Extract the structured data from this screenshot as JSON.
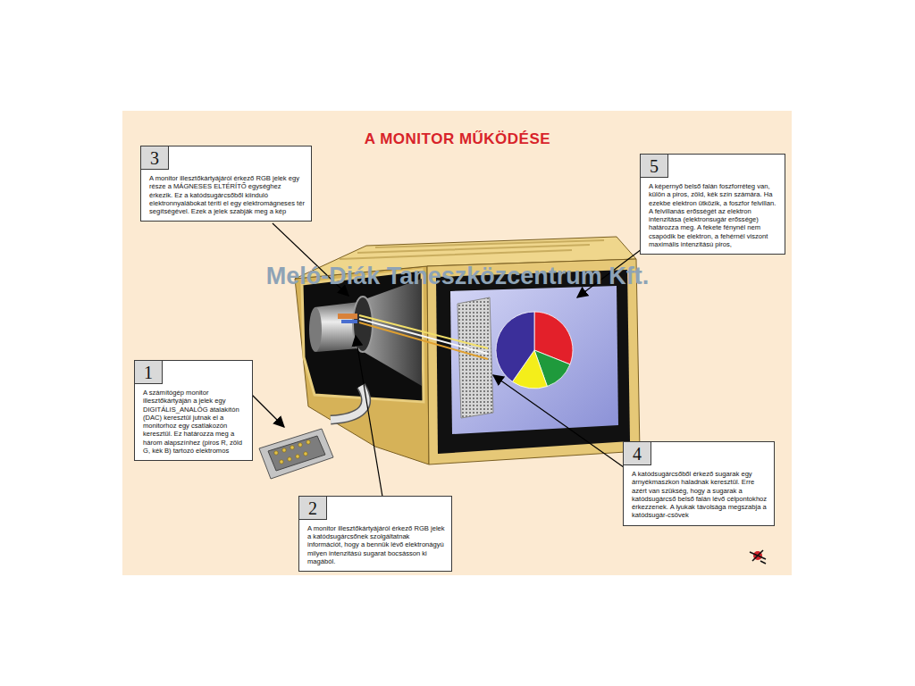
{
  "diagram": {
    "title": "A MONITOR MŰKÖDÉSE",
    "nodes": [
      {
        "text": [
          "3",
          "A monitor illesztőkártyájáról érkező RGB jelek egy része a MÁGNESES ELTÉRÍTŐ egységhez érkezik. Ez a katódsugárcsőből kiinduló elektronnyalábokat téríti el egy elektromágneses tér segítségével. Ezek a jelek szabják meg a kép"
        ]
      },
      {
        "text": [
          "5",
          "A képernyő belső falán foszforréteg van, külön a piros, zöld, kék szín számára. Ha ezekbe elektron ütközik, a foszfor felvillan. A felvillanás erősségét az elektron intenzitása (elektronsugár erőssége) határozza meg. A fekete fénynél nem csapódik be elektron, a fehérnél viszont maximális intenzitású piros,"
        ]
      },
      {
        "text": [
          "1",
          "A számítógép monitor illesztőkártyáján a jelek egy DIGITÁLIS_ANALÓG átalakítón (DAC) keresztül jutnak el a monitorhoz egy csatlakozón keresztül. Ez határozza meg a három alapszínhez (piros R, zöld G, kék B) tartozó elektromos"
        ]
      },
      {
        "text": [
          "4",
          "A katódsugárcsőből érkező sugarak egy árnyékmaszkon haladnak keresztül. Erre azért van szükség, hogy a sugarak a katódsugárcső belső falán lévő célpontokhoz érkezzenek. A lyukak távolsága megszabja a katódsugár-csövek"
        ]
      },
      {
        "text": [
          "2",
          "A monitor illesztőkártyájáról érkező RGB jelek a katódsugárcsőnek szolgáltatnak információt, hogy a bennük lévő elektronágyú milyen intenzitású sugarat bocsásson ki magából."
        ]
      }
    ],
    "labels": [
      "Meló-Diák Taneszközcentrum Kft."
    ]
  }
}
